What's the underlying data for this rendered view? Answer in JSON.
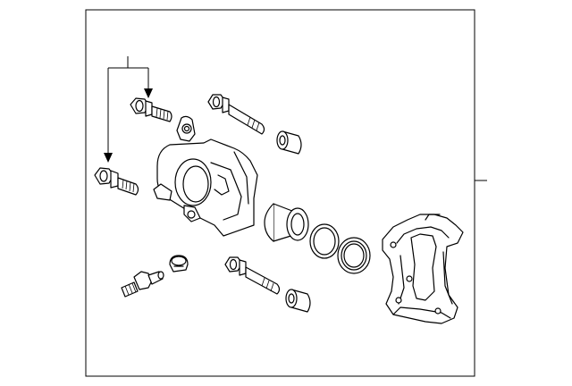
{
  "diagram": {
    "kind": "exploded parts diagram",
    "colors": {
      "line": "#000000",
      "background": "#ffffff"
    },
    "parts": [
      {
        "name": "caliper-bolt-upper"
      },
      {
        "name": "caliper-bolt-lower"
      },
      {
        "name": "guide-pin-bolt-top"
      },
      {
        "name": "guide-pin-boot-top"
      },
      {
        "name": "caliper-housing"
      },
      {
        "name": "piston"
      },
      {
        "name": "piston-seal"
      },
      {
        "name": "dust-boot"
      },
      {
        "name": "caliper-bracket"
      },
      {
        "name": "bleeder-screw"
      },
      {
        "name": "bleeder-cap"
      },
      {
        "name": "guide-pin-bolt-bottom"
      },
      {
        "name": "guide-pin-boot-bottom"
      }
    ]
  }
}
